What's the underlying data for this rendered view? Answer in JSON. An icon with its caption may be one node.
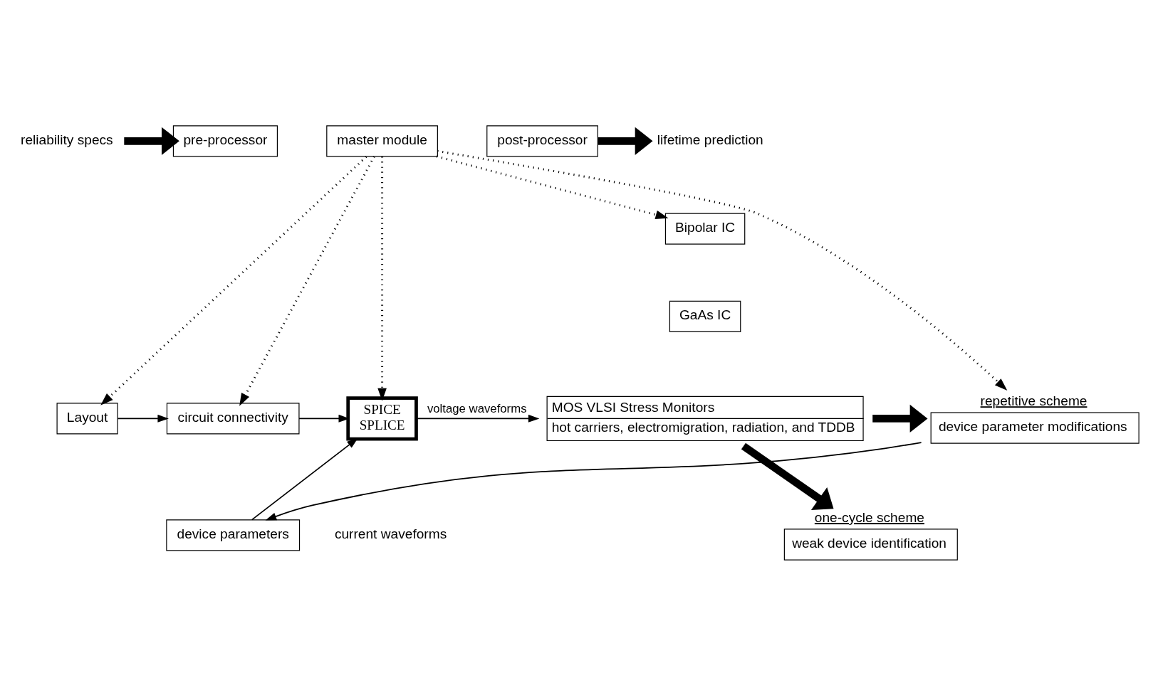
{
  "diagram": {
    "nodes": [
      {
        "text": [
          "reliability specs"
        ]
      },
      {
        "text": [
          "pre-processor"
        ]
      },
      {
        "text": [
          "master module"
        ]
      },
      {
        "text": [
          "post-processor"
        ]
      },
      {
        "text": [
          "lifetime prediction"
        ]
      },
      {
        "text": [
          "Layout"
        ]
      },
      {
        "text": [
          "circuit connectivity"
        ]
      },
      {
        "text": [
          "SPICE",
          "SPLICE"
        ]
      },
      {
        "text": [
          "device parameters"
        ]
      },
      {
        "text": [
          "Bipolar IC"
        ]
      },
      {
        "text": [
          "GaAs IC"
        ]
      },
      {
        "text": [
          "MOS VLSI Stress Monitors",
          "hot carriers, electromigration, radiation, and TDDB"
        ]
      },
      {
        "text": [
          "repetitive scheme",
          "device parameter modifications"
        ]
      },
      {
        "text": [
          "one-cycle scheme",
          "weak device identification"
        ]
      }
    ],
    "edges": [
      {
        "from": 0,
        "to": 1,
        "arrow": "to",
        "style": "thick"
      },
      {
        "from": 3,
        "to": 4,
        "arrow": "to",
        "style": "thick"
      },
      {
        "from": 2,
        "to": 5,
        "arrow": "to",
        "style": "dashed"
      },
      {
        "from": 2,
        "to": 6,
        "arrow": "to",
        "style": "dashed"
      },
      {
        "from": 2,
        "to": 7,
        "arrow": "to",
        "style": "dashed"
      },
      {
        "from": 2,
        "to": 9,
        "arrow": "to",
        "style": "dashed"
      },
      {
        "from": 2,
        "to": 12,
        "arrow": "to",
        "style": "dashed"
      },
      {
        "from": 5,
        "to": 6,
        "arrow": "to"
      },
      {
        "from": 6,
        "to": 7,
        "arrow": "to"
      },
      {
        "from": 8,
        "to": 7,
        "arrow": "to"
      },
      {
        "from": 7,
        "to": 11,
        "arrow": "to",
        "label": "voltage waveforms"
      },
      {
        "from": 11,
        "to": 12,
        "arrow": "to",
        "style": "thick"
      },
      {
        "from": 11,
        "to": 13,
        "arrow": "to",
        "style": "thick"
      },
      {
        "from": 12,
        "to": 8,
        "arrow": "to"
      }
    ],
    "labels": [
      "current waveforms"
    ]
  }
}
